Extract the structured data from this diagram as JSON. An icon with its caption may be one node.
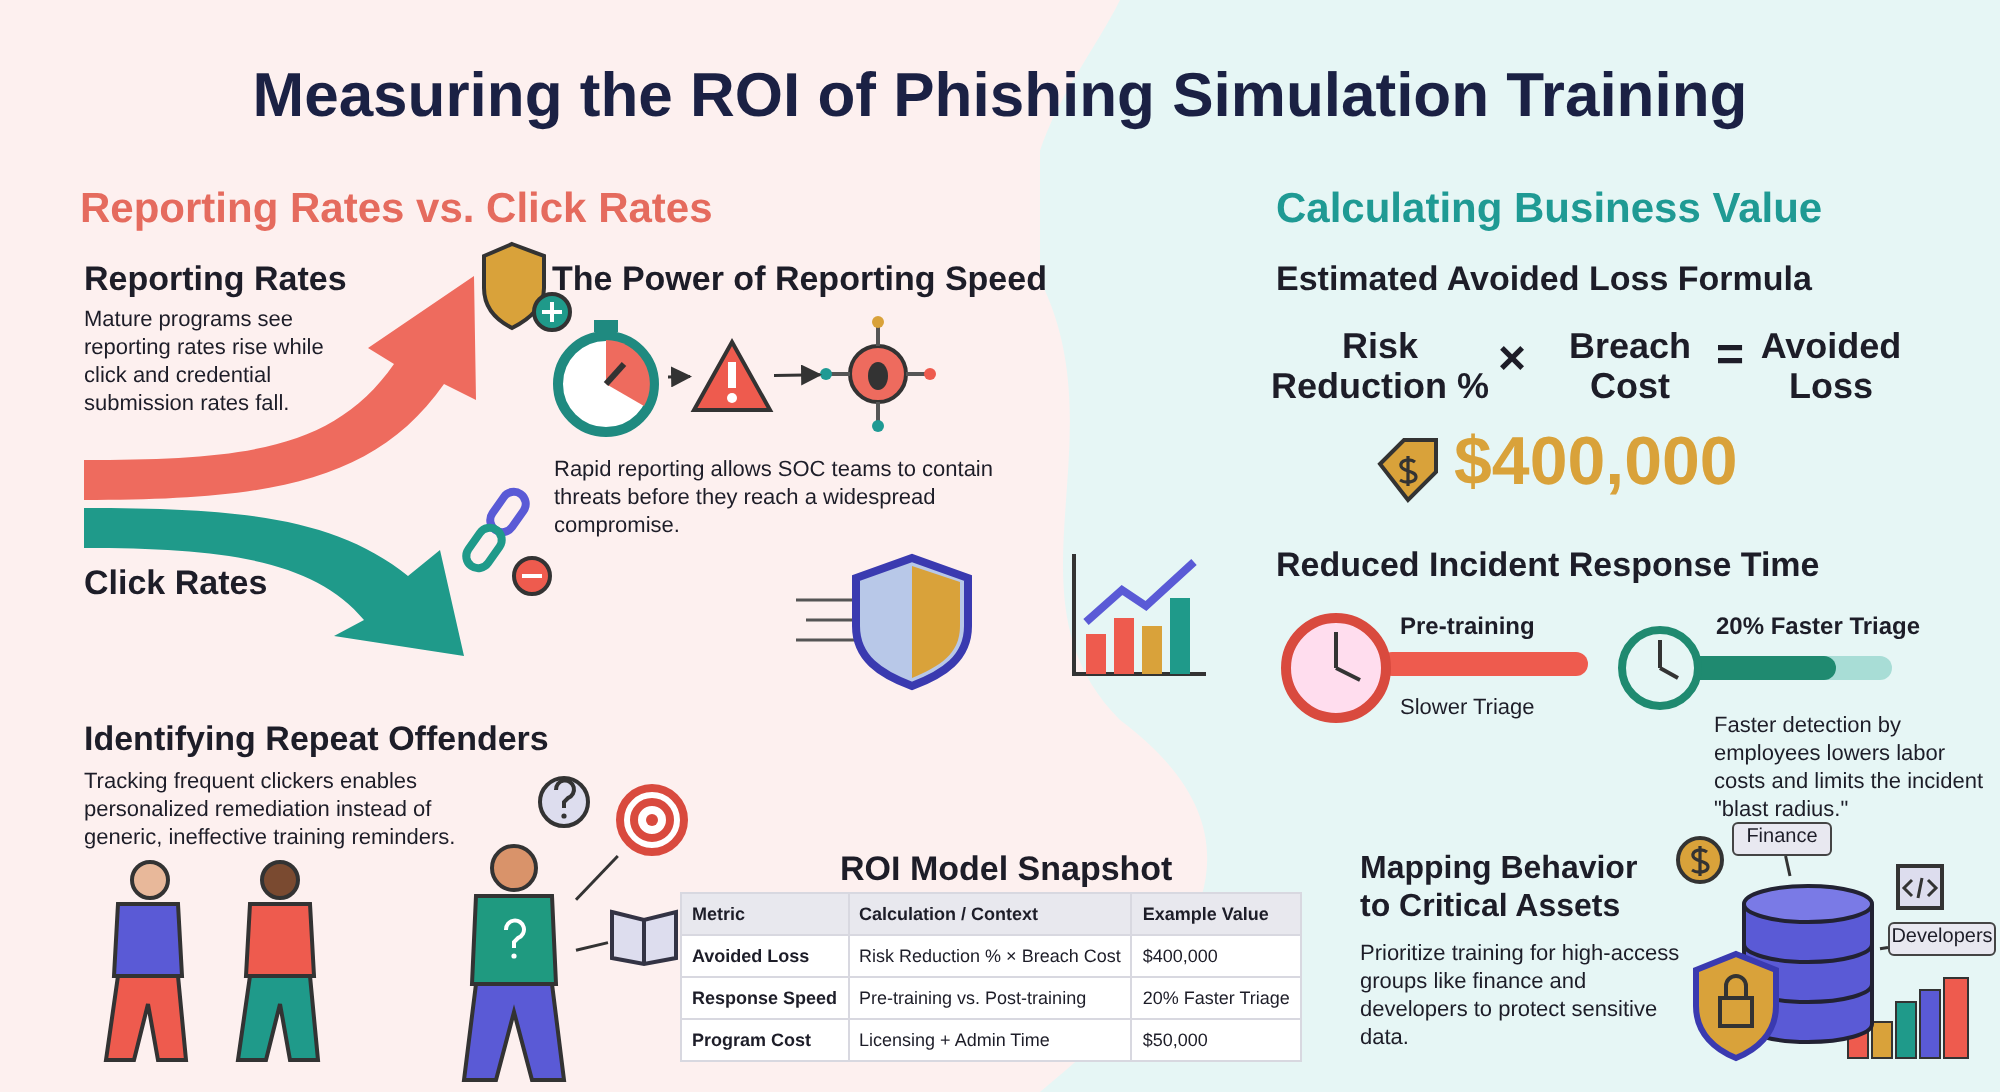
{
  "diagram": {
    "title": "Measuring the ROI of Phishing Simulation Training",
    "nodes": [
      {
        "text": [],
        "shape": "picture"
      },
      {
        "text": [],
        "shape": "picture"
      },
      {
        "text": [],
        "shape": "picture"
      },
      {
        "text": [],
        "shape": "person"
      },
      {
        "text": [],
        "shape": "picture"
      },
      {
        "text": [],
        "shape": "picture"
      },
      {
        "text": [
          "Finance"
        ]
      },
      {
        "text": [
          "Developers"
        ]
      },
      {
        "text": [],
        "shape": "cylinder"
      }
    ],
    "edges": [
      {
        "from": 0,
        "to": 1,
        "arrow": "to"
      },
      {
        "from": 1,
        "to": 2,
        "arrow": "to"
      },
      {
        "from": 3,
        "to": 4,
        "arrow": "none"
      },
      {
        "from": 3,
        "to": 5,
        "arrow": "none"
      },
      {
        "from": 6,
        "to": 8,
        "arrow": "none"
      },
      {
        "from": 7,
        "to": 8,
        "arrow": "none"
      }
    ],
    "labels": [
      "Reporting Rates vs. Click Rates",
      "Reporting Rates",
      "Mature programs see reporting rates rise while click and credential submission rates fall.",
      "Click Rates",
      "The Power of Reporting Speed",
      "Rapid reporting allows SOC teams to contain threats before they reach a widespread compromise.",
      "Identifying Repeat Offenders",
      "Tracking frequent clickers enables personalized remediation instead of generic, ineffective training reminders.",
      "Calculating Business Value",
      "Estimated Avoided Loss Formula",
      "Risk Reduction %",
      "×",
      "Breach Cost",
      "=",
      "Avoided Loss",
      "$400,000",
      "Reduced Incident Response Time",
      "Pre-training",
      "Slower Triage",
      "20% Faster Triage",
      "Faster detection by employees lowers labor costs and limits the incident \"blast radius.\"",
      "ROI Model Snapshot",
      "Metric",
      "Calculation / Context",
      "Example Value",
      "Avoided Loss",
      "Risk Reduction % × Breach Cost",
      "$400,000",
      "Response Speed",
      "Pre-training vs. Post-training",
      "20% Faster Triage",
      "Program Cost",
      "Licensing + Admin Time",
      "$50,000",
      "Mapping Behavior to Critical Assets",
      "Prioritize training for high-access groups like finance and developers to protect sensitive data."
    ]
  }
}
